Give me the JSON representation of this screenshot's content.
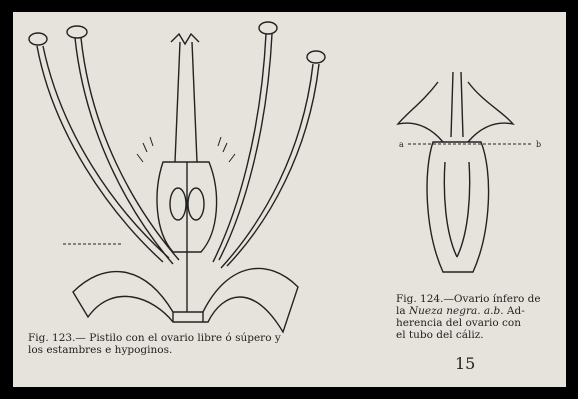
{
  "figure_123": {
    "caption_line1": "Fig. 123.— Pistilo con el ovario libre ó súpero y",
    "caption_line2": "los estambres e hypoginos."
  },
  "figure_124": {
    "caption_line1": "Fig. 124.—Ovario ínfero de",
    "caption_line2_prefix": "la ",
    "caption_line2_italic": "Nueza negra. a.b.",
    "caption_line2_suffix": " Ad-",
    "caption_line3": "herencia del ovario con",
    "caption_line4": "el tubo del cáliz.",
    "label_a": "a",
    "label_b": "b"
  },
  "page_number": "15",
  "colors": {
    "frame": "#000000",
    "paper": "#e6e3dc",
    "ink": "#222222"
  }
}
